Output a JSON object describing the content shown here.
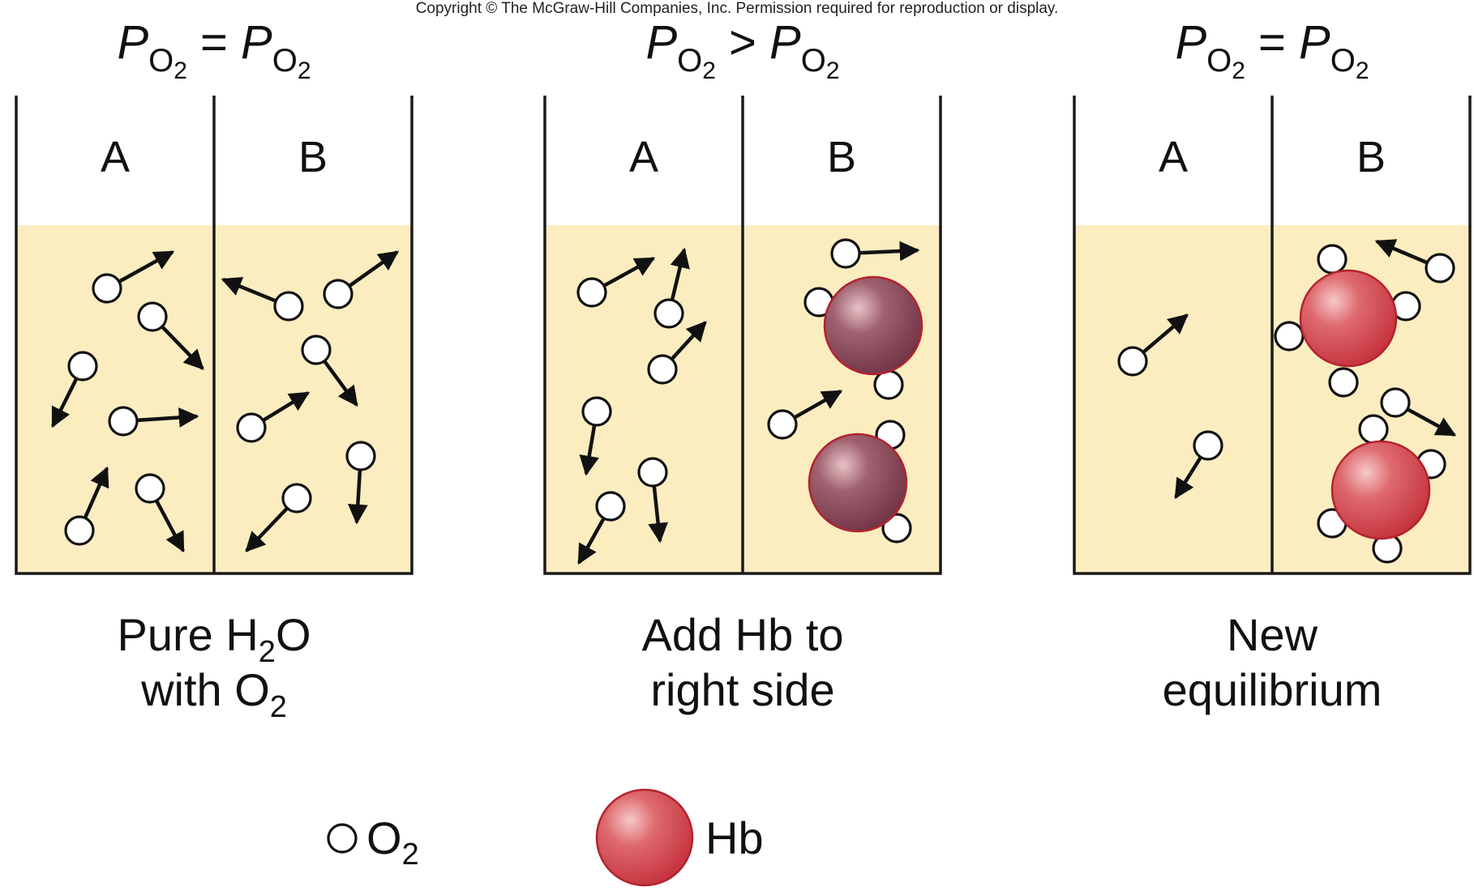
{
  "copyright": "Copyright © The McGraw-Hill Companies, Inc. Permission required for reproduction or display.",
  "colors": {
    "water": "#FBEDC0",
    "container_line": "#1a1a1a",
    "hb_red": "#C9343F",
    "hb_dark": "#7E3F4D",
    "oxygen_fill": "#ffffff",
    "arrow": "#111111"
  },
  "panels": [
    {
      "heading": {
        "p": "P",
        "sub": "O",
        "subsub": "2",
        "operator": "="
      },
      "compartment_labels": [
        "A",
        "B"
      ],
      "caption_lines": [
        [
          {
            "t": "Pure H"
          },
          {
            "t": "2",
            "sub": true
          },
          {
            "t": "O"
          }
        ],
        [
          {
            "t": "with O"
          },
          {
            "t": "2",
            "sub": true
          }
        ]
      ]
    },
    {
      "heading": {
        "p": "P",
        "sub": "O",
        "subsub": "2",
        "operator": ">"
      },
      "compartment_labels": [
        "A",
        "B"
      ],
      "caption_lines": [
        [
          {
            "t": "Add Hb to"
          }
        ],
        [
          {
            "t": "right side"
          }
        ]
      ]
    },
    {
      "heading": {
        "p": "P",
        "sub": "O",
        "subsub": "2",
        "operator": "="
      },
      "compartment_labels": [
        "A",
        "B"
      ],
      "caption_lines": [
        [
          {
            "t": "New"
          }
        ],
        [
          {
            "t": "equilibrium"
          }
        ]
      ]
    }
  ],
  "legend": {
    "oxygen": {
      "symbol": "O",
      "subscript": "2"
    },
    "hemoglobin": {
      "label": "Hb"
    }
  }
}
